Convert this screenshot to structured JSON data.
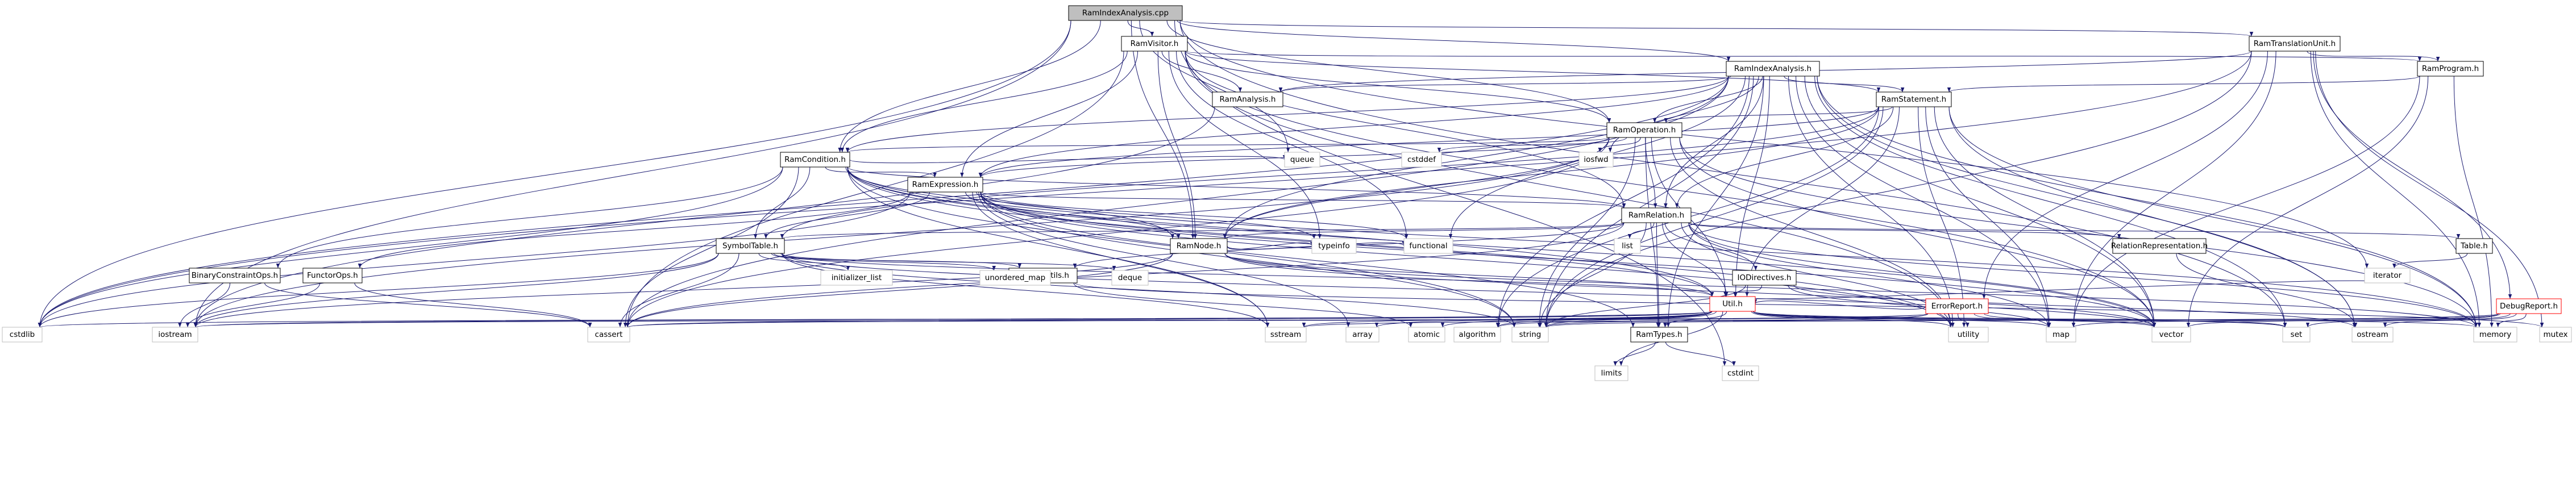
{
  "diagram": {
    "colors": {
      "edge": "#191970",
      "border": "#000000",
      "border_missing": "#bfbfbf",
      "border_cycle": "#ff0000",
      "fill": "#ffffff",
      "fill_root": "#bfbfbf"
    },
    "nodes": [
      {
        "id": "root",
        "label": "RamIndexAnalysis.cpp",
        "kind": "root"
      },
      {
        "id": "visitor",
        "label": "RamVisitor.h",
        "kind": "file"
      },
      {
        "id": "tu",
        "label": "RamTranslationUnit.h",
        "kind": "file"
      },
      {
        "id": "ria_h",
        "label": "RamIndexAnalysis.h",
        "kind": "file"
      },
      {
        "id": "program",
        "label": "RamProgram.h",
        "kind": "file"
      },
      {
        "id": "analysis",
        "label": "RamAnalysis.h",
        "kind": "file"
      },
      {
        "id": "statement",
        "label": "RamStatement.h",
        "kind": "file"
      },
      {
        "id": "operation",
        "label": "RamOperation.h",
        "kind": "file"
      },
      {
        "id": "condition",
        "label": "RamCondition.h",
        "kind": "file"
      },
      {
        "id": "expression",
        "label": "RamExpression.h",
        "kind": "file"
      },
      {
        "id": "relation",
        "label": "RamRelation.h",
        "kind": "file"
      },
      {
        "id": "symtab",
        "label": "SymbolTable.h",
        "kind": "file"
      },
      {
        "id": "ramnode",
        "label": "RamNode.h",
        "kind": "file"
      },
      {
        "id": "relrep",
        "label": "RelationRepresentation.h",
        "kind": "file"
      },
      {
        "id": "table",
        "label": "Table.h",
        "kind": "file"
      },
      {
        "id": "bco",
        "label": "BinaryConstraintOps.h",
        "kind": "file"
      },
      {
        "id": "fops",
        "label": "FunctorOps.h",
        "kind": "file"
      },
      {
        "id": "parutil",
        "label": "ParallelUtils.h",
        "kind": "file"
      },
      {
        "id": "iodir",
        "label": "IODirectives.h",
        "kind": "file"
      },
      {
        "id": "util",
        "label": "Util.h",
        "kind": "cycle"
      },
      {
        "id": "err",
        "label": "ErrorReport.h",
        "kind": "cycle"
      },
      {
        "id": "dbg",
        "label": "DebugReport.h",
        "kind": "cycle"
      },
      {
        "id": "ramtypes",
        "label": "RamTypes.h",
        "kind": "file"
      },
      {
        "id": "cstdlib",
        "label": "cstdlib",
        "kind": "system"
      },
      {
        "id": "iostream",
        "label": "iostream",
        "kind": "system"
      },
      {
        "id": "cassert",
        "label": "cassert",
        "kind": "system"
      },
      {
        "id": "initlist",
        "label": "initializer_list",
        "kind": "system"
      },
      {
        "id": "umap",
        "label": "unordered_map",
        "kind": "system"
      },
      {
        "id": "deque",
        "label": "deque",
        "kind": "system"
      },
      {
        "id": "sstream",
        "label": "sstream",
        "kind": "system"
      },
      {
        "id": "array",
        "label": "array",
        "kind": "system"
      },
      {
        "id": "atomic",
        "label": "atomic",
        "kind": "system"
      },
      {
        "id": "algorithm",
        "label": "algorithm",
        "kind": "system"
      },
      {
        "id": "string",
        "label": "string",
        "kind": "system"
      },
      {
        "id": "limits",
        "label": "limits",
        "kind": "system"
      },
      {
        "id": "cstdint",
        "label": "cstdint",
        "kind": "system"
      },
      {
        "id": "typeinfo",
        "label": "typeinfo",
        "kind": "system"
      },
      {
        "id": "functional",
        "label": "functional",
        "kind": "system"
      },
      {
        "id": "utility",
        "label": "utility",
        "kind": "system"
      },
      {
        "id": "map",
        "label": "map",
        "kind": "system"
      },
      {
        "id": "vector",
        "label": "vector",
        "kind": "system"
      },
      {
        "id": "set",
        "label": "set",
        "kind": "system"
      },
      {
        "id": "ostream",
        "label": "ostream",
        "kind": "system"
      },
      {
        "id": "memory",
        "label": "memory",
        "kind": "system"
      },
      {
        "id": "mutex",
        "label": "mutex",
        "kind": "system"
      },
      {
        "id": "iterator",
        "label": "iterator",
        "kind": "system"
      },
      {
        "id": "list",
        "label": "list",
        "kind": "system"
      },
      {
        "id": "queue",
        "label": "queue",
        "kind": "system"
      },
      {
        "id": "cstddef",
        "label": "cstddef",
        "kind": "system"
      },
      {
        "id": "iosfwd",
        "label": "iosfwd",
        "kind": "system"
      }
    ],
    "edges": [
      [
        "root",
        "visitor"
      ],
      [
        "root",
        "tu"
      ],
      [
        "root",
        "ria_h"
      ],
      [
        "root",
        "operation"
      ],
      [
        "root",
        "condition"
      ],
      [
        "root",
        "ramnode"
      ],
      [
        "root",
        "queue"
      ],
      [
        "root",
        "cstdlib"
      ],
      [
        "root",
        "iostream"
      ],
      [
        "root",
        "cstdint"
      ],
      [
        "root",
        "iterator"
      ],
      [
        "root",
        "set"
      ],
      [
        "visitor",
        "analysis"
      ],
      [
        "visitor",
        "statement"
      ],
      [
        "visitor",
        "operation"
      ],
      [
        "visitor",
        "condition"
      ],
      [
        "visitor",
        "expression"
      ],
      [
        "visitor",
        "relation"
      ],
      [
        "visitor",
        "ramnode"
      ],
      [
        "visitor",
        "program"
      ],
      [
        "visitor",
        "typeinfo"
      ],
      [
        "visitor",
        "functional"
      ],
      [
        "visitor",
        "vector"
      ],
      [
        "visitor",
        "cassert"
      ],
      [
        "visitor",
        "utility"
      ],
      [
        "tu",
        "program"
      ],
      [
        "tu",
        "analysis"
      ],
      [
        "tu",
        "dbg"
      ],
      [
        "tu",
        "err"
      ],
      [
        "tu",
        "memory"
      ],
      [
        "tu",
        "map"
      ],
      [
        "tu",
        "string"
      ],
      [
        "tu",
        "mutex"
      ],
      [
        "tu",
        "cstdlib"
      ],
      [
        "ria_h",
        "analysis"
      ],
      [
        "ria_h",
        "statement"
      ],
      [
        "ria_h",
        "operation"
      ],
      [
        "ria_h",
        "relation"
      ],
      [
        "ria_h",
        "condition"
      ],
      [
        "ria_h",
        "expression"
      ],
      [
        "ria_h",
        "ramnode"
      ],
      [
        "ria_h",
        "ramtypes"
      ],
      [
        "ria_h",
        "util"
      ],
      [
        "ria_h",
        "map"
      ],
      [
        "ria_h",
        "set"
      ],
      [
        "ria_h",
        "string"
      ],
      [
        "ria_h",
        "vector"
      ],
      [
        "ria_h",
        "memory"
      ],
      [
        "ria_h",
        "ostream"
      ],
      [
        "ria_h",
        "functional"
      ],
      [
        "ria_h",
        "iosfwd"
      ],
      [
        "ria_h",
        "utility"
      ],
      [
        "ria_h",
        "algorithm"
      ],
      [
        "ria_h",
        "cassert"
      ],
      [
        "ria_h",
        "cstdlib"
      ],
      [
        "program",
        "statement"
      ],
      [
        "program",
        "map"
      ],
      [
        "program",
        "vector"
      ],
      [
        "program",
        "memory"
      ],
      [
        "analysis",
        "iostream"
      ],
      [
        "statement",
        "operation"
      ],
      [
        "statement",
        "relation"
      ],
      [
        "statement",
        "expression"
      ],
      [
        "statement",
        "ramnode"
      ],
      [
        "statement",
        "util"
      ],
      [
        "statement",
        "algorithm"
      ],
      [
        "statement",
        "string"
      ],
      [
        "statement",
        "vector"
      ],
      [
        "statement",
        "map"
      ],
      [
        "statement",
        "memory"
      ],
      [
        "statement",
        "ostream"
      ],
      [
        "statement",
        "utility"
      ],
      [
        "statement",
        "symtab"
      ],
      [
        "operation",
        "condition"
      ],
      [
        "operation",
        "expression"
      ],
      [
        "operation",
        "relation"
      ],
      [
        "operation",
        "ramnode"
      ],
      [
        "operation",
        "ramtypes"
      ],
      [
        "operation",
        "util"
      ],
      [
        "operation",
        "cstddef"
      ],
      [
        "operation",
        "iosfwd"
      ],
      [
        "operation",
        "string"
      ],
      [
        "operation",
        "vector"
      ],
      [
        "operation",
        "memory"
      ],
      [
        "operation",
        "utility"
      ],
      [
        "operation",
        "cassert"
      ],
      [
        "operation",
        "iostream"
      ],
      [
        "condition",
        "expression"
      ],
      [
        "condition",
        "relation"
      ],
      [
        "condition",
        "ramnode"
      ],
      [
        "condition",
        "symtab"
      ],
      [
        "condition",
        "bco"
      ],
      [
        "condition",
        "util"
      ],
      [
        "condition",
        "queue"
      ],
      [
        "condition",
        "cstdlib"
      ],
      [
        "condition",
        "sstream"
      ],
      [
        "condition",
        "string"
      ],
      [
        "condition",
        "memory"
      ],
      [
        "condition",
        "utility"
      ],
      [
        "condition",
        "vector"
      ],
      [
        "condition",
        "cassert"
      ],
      [
        "expression",
        "relation"
      ],
      [
        "expression",
        "ramnode"
      ],
      [
        "expression",
        "symtab"
      ],
      [
        "expression",
        "fops"
      ],
      [
        "expression",
        "ramtypes"
      ],
      [
        "expression",
        "util"
      ],
      [
        "expression",
        "array"
      ],
      [
        "expression",
        "string"
      ],
      [
        "expression",
        "vector"
      ],
      [
        "expression",
        "sstream"
      ],
      [
        "expression",
        "cstdlib"
      ],
      [
        "expression",
        "utility"
      ],
      [
        "expression",
        "typeinfo"
      ],
      [
        "expression",
        "functional"
      ],
      [
        "relation",
        "ramnode"
      ],
      [
        "relation",
        "relrep"
      ],
      [
        "relation",
        "symtab"
      ],
      [
        "relation",
        "table"
      ],
      [
        "relation",
        "iodir"
      ],
      [
        "relation",
        "parutil"
      ],
      [
        "relation",
        "util"
      ],
      [
        "relation",
        "ramtypes"
      ],
      [
        "relation",
        "list"
      ],
      [
        "relation",
        "string"
      ],
      [
        "relation",
        "vector"
      ],
      [
        "relation",
        "map"
      ],
      [
        "relation",
        "utility"
      ],
      [
        "relation",
        "memory"
      ],
      [
        "relation",
        "cassert"
      ],
      [
        "symtab",
        "parutil"
      ],
      [
        "symtab",
        "util"
      ],
      [
        "symtab",
        "initlist"
      ],
      [
        "symtab",
        "umap"
      ],
      [
        "symtab",
        "deque"
      ],
      [
        "symtab",
        "iostream"
      ],
      [
        "symtab",
        "string"
      ],
      [
        "symtab",
        "vector"
      ],
      [
        "symtab",
        "cassert"
      ],
      [
        "symtab",
        "cstdlib"
      ],
      [
        "symtab",
        "sstream"
      ],
      [
        "ramnode",
        "util"
      ],
      [
        "ramnode",
        "typeinfo"
      ],
      [
        "ramnode",
        "functional"
      ],
      [
        "ramnode",
        "vector"
      ],
      [
        "ramnode",
        "cassert"
      ],
      [
        "ramnode",
        "iostream"
      ],
      [
        "ramnode",
        "memory"
      ],
      [
        "relrep",
        "ostream"
      ],
      [
        "table",
        "iterator"
      ],
      [
        "bco",
        "cassert"
      ],
      [
        "bco",
        "iostream"
      ],
      [
        "fops",
        "cassert"
      ],
      [
        "fops",
        "iostream"
      ],
      [
        "parutil",
        "atomic"
      ],
      [
        "parutil",
        "mutex"
      ],
      [
        "iodir",
        "util"
      ],
      [
        "iodir",
        "map"
      ],
      [
        "iodir",
        "string"
      ],
      [
        "iodir",
        "ostream"
      ],
      [
        "util",
        "array"
      ],
      [
        "util",
        "algorithm"
      ],
      [
        "util",
        "atomic"
      ],
      [
        "util",
        "cassert"
      ],
      [
        "util",
        "cstdlib"
      ],
      [
        "util",
        "string"
      ],
      [
        "util",
        "sstream"
      ],
      [
        "util",
        "iostream"
      ],
      [
        "util",
        "map"
      ],
      [
        "util",
        "set"
      ],
      [
        "util",
        "vector"
      ],
      [
        "util",
        "memory"
      ],
      [
        "util",
        "utility"
      ],
      [
        "util",
        "ramtypes"
      ],
      [
        "util",
        "limits"
      ],
      [
        "util",
        "iterator"
      ],
      [
        "err",
        "util"
      ],
      [
        "err",
        "string"
      ],
      [
        "err",
        "vector"
      ],
      [
        "err",
        "set"
      ],
      [
        "err",
        "algorithm"
      ],
      [
        "err",
        "cassert"
      ],
      [
        "err",
        "utility"
      ],
      [
        "err",
        "iostream"
      ],
      [
        "dbg",
        "sstream"
      ],
      [
        "dbg",
        "string"
      ],
      [
        "dbg",
        "vector"
      ],
      [
        "dbg",
        "memory"
      ],
      [
        "dbg",
        "ostream"
      ],
      [
        "dbg",
        "set"
      ],
      [
        "dbg",
        "map"
      ],
      [
        "ramtypes",
        "cstdint"
      ],
      [
        "ramtypes",
        "limits"
      ]
    ]
  }
}
